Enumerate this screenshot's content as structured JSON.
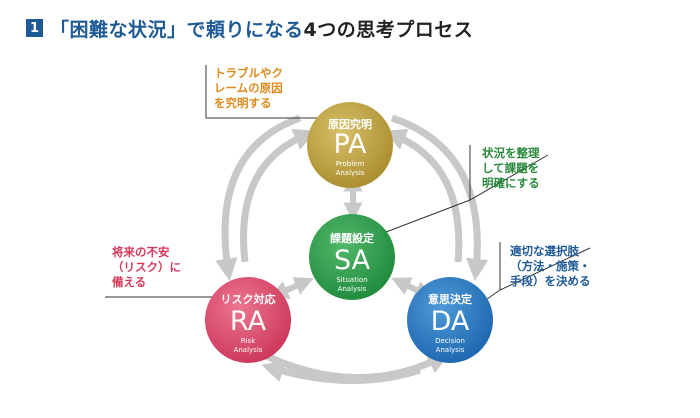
{
  "header": {
    "number": "1",
    "title_highlight": "「困難な状況」で頼りになる",
    "title_rest": "4つの思考プロセス"
  },
  "nodes": {
    "pa": {
      "jp": "原因究明",
      "abbr": "PA",
      "en1": "Problem",
      "en2": "Analysis",
      "color": "#b9a144"
    },
    "sa": {
      "jp": "課題設定",
      "abbr": "SA",
      "en1": "Situation",
      "en2": "Analysis",
      "color": "#2f9a4e"
    },
    "ra": {
      "jp": "リスク対応",
      "abbr": "RA",
      "en1": "Risk",
      "en2": "Analysis",
      "color": "#d94a6c"
    },
    "da": {
      "jp": "意思決定",
      "abbr": "DA",
      "en1": "Decision",
      "en2": "Analysis",
      "color": "#2a78c0"
    }
  },
  "notes": {
    "pa": {
      "lines": [
        "トラブルやク",
        "レームの原因",
        "を究明する"
      ],
      "color": "#e08a1c"
    },
    "sa": {
      "lines": [
        "状況を整理",
        "して課題を",
        "明確にする"
      ],
      "color": "#2b8a3e"
    },
    "ra": {
      "lines": [
        "将来の不安",
        "（リスク）に",
        "備える"
      ],
      "color": "#d63a5a"
    },
    "da": {
      "lines": [
        "適切な選択肢",
        "（方法・施策・",
        "手段）を決める"
      ],
      "color": "#1e5a96"
    }
  }
}
